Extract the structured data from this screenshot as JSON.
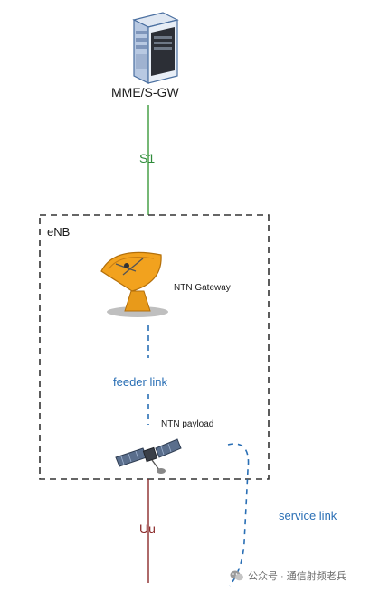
{
  "labels": {
    "mme_sgw": "MME/S-GW",
    "s1": "S1",
    "enb": "eNB",
    "ntn_gateway": "NTN Gateway",
    "feeder_link": "feeder link",
    "ntn_payload": "NTN payload",
    "uu": "Uu",
    "service_link": "service link"
  },
  "watermark": {
    "text": "公众号 · 通信射频老兵"
  },
  "colors": {
    "s1_line": "#3a9a3a",
    "uu_line": "#8b2a2a",
    "link_dashed": "#2a6fb5",
    "enb_box": "#333333"
  },
  "icons": [
    "server-icon",
    "satellite-dish-icon",
    "satellite-icon",
    "wechat-icon"
  ]
}
